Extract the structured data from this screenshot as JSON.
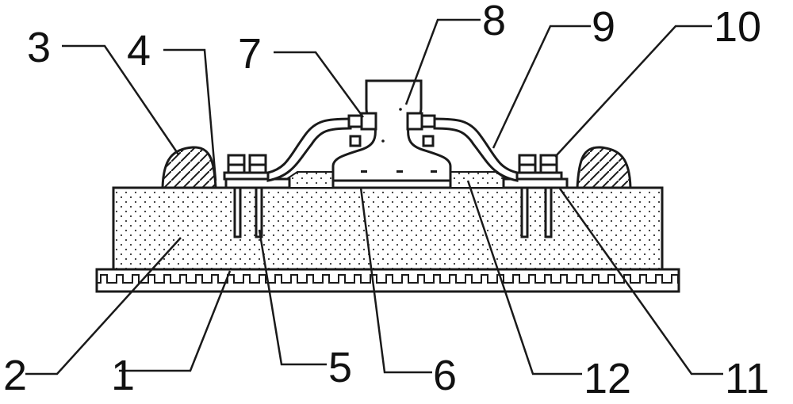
{
  "colors": {
    "ink": "#1a1a1a",
    "background": "#ffffff"
  },
  "labels": {
    "l1": "1",
    "l2": "2",
    "l3": "3",
    "l4": "4",
    "l5": "5",
    "l6": "6",
    "l7": "7",
    "l8": "8",
    "l9": "9",
    "l10": "10",
    "l11": "11",
    "l12": "12"
  }
}
